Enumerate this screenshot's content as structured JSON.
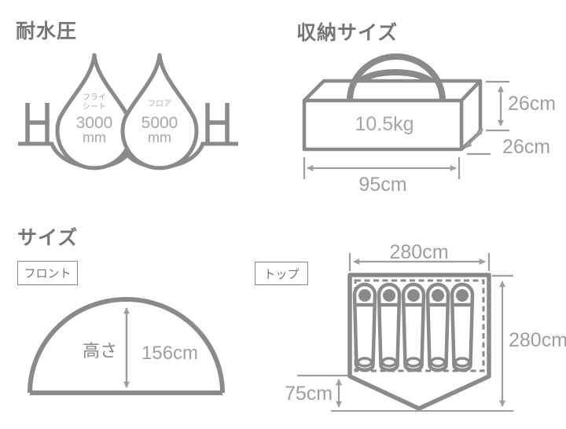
{
  "colors": {
    "artwork": "#8a8a8a",
    "dimension": "#9e9e9e",
    "title_text": "#757575",
    "value_text": "#a7a7a7"
  },
  "water_resistance": {
    "title": "耐水圧",
    "flysheet_drop": {
      "label_line1": "フライ",
      "label_line2": "シート",
      "value": "3000",
      "unit": "mm"
    },
    "floor_drop": {
      "label": "フロア",
      "value": "5000",
      "unit": "mm"
    }
  },
  "packed_size": {
    "title": "収納サイズ",
    "weight": "10.5kg",
    "height": "26cm",
    "depth": "26cm",
    "length": "95cm"
  },
  "size": {
    "title": "サイズ",
    "front_view": {
      "tag": "フロント",
      "height_label": "高さ",
      "height_value": "156cm"
    },
    "top_view": {
      "tag": "トップ",
      "width": "280cm",
      "length": "280cm",
      "vestibule_depth": "75cm",
      "sleeper_capacity": 5
    }
  }
}
